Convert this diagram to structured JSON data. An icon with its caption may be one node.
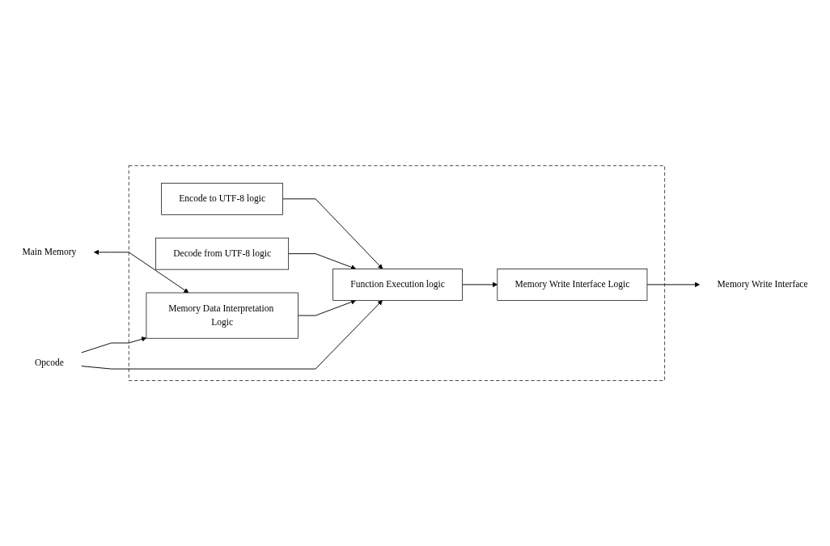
{
  "diagram": {
    "nodes": [
      {
        "text": [],
        "shape": "box"
      },
      {
        "text": [
          "Encode to UTF-8 logic"
        ],
        "in": 0
      },
      {
        "text": [
          "Decode from UTF-8 logic"
        ],
        "in": 0
      },
      {
        "text": [
          "Memory Data Interpretation Logic"
        ],
        "in": 0
      },
      {
        "text": [
          "Function Execution logic"
        ],
        "in": 0
      },
      {
        "text": [
          "Memory Write Interface Logic"
        ],
        "in": 0
      },
      {
        "text": [
          "Main Memory"
        ]
      },
      {
        "text": [
          "Memory Write Interface"
        ]
      },
      {
        "text": [
          "Opcode"
        ]
      }
    ],
    "edges": [
      {
        "from": 1,
        "to": 4,
        "arrow": "to"
      },
      {
        "from": 2,
        "to": 4,
        "arrow": "to"
      },
      {
        "from": 6,
        "to": 3,
        "arrow": "both"
      },
      {
        "from": 3,
        "to": 4,
        "arrow": "to"
      },
      {
        "from": 4,
        "to": 5,
        "arrow": "to"
      },
      {
        "from": 5,
        "to": 7,
        "arrow": "to"
      },
      {
        "from": 8,
        "to": 3,
        "arrow": "to"
      },
      {
        "from": 8,
        "to": 4,
        "arrow": "to"
      }
    ]
  }
}
